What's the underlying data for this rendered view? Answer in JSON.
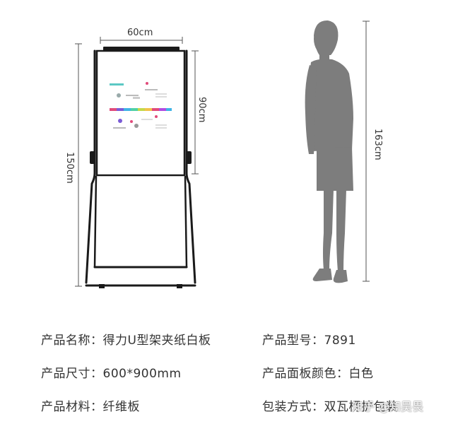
{
  "dimensions": {
    "width": "60cm",
    "board_height": "90cm",
    "total_height": "150cm",
    "person_height": "163cm"
  },
  "specs": {
    "name": "产品名称：得力U型架夹纸白板",
    "model": "产品型号：7891",
    "size": "产品尺寸：600*900mm",
    "color": "产品面板颜色：白色",
    "material": "产品材料：纤维板",
    "package": "包装方式：双瓦楞护包装"
  },
  "watermark": "知乎 @知吴畏",
  "colors": {
    "frame": "#1a1a1a",
    "silhouette": "#7d7d7d",
    "board": "#ffffff"
  }
}
